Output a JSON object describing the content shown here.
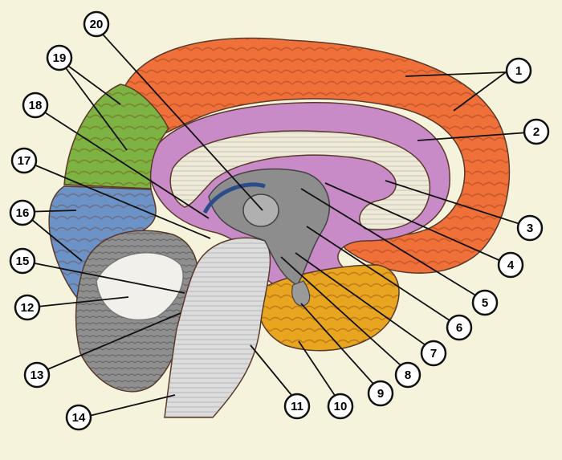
{
  "diagram": {
    "background_color": "#f6f3dc",
    "region_colors": {
      "frontal_parietal_cortex": "#f0703a",
      "cingulate_gyrus": "#c98ac8",
      "corpus_callosum": "#efe9d8",
      "occipital_upper": "#7cb342",
      "occipital_lower": "#6c93c8",
      "temporal": "#e8a620",
      "cerebellum": "#8f8f8f",
      "brainstem": "#dcdcdc"
    },
    "callouts": [
      {
        "id": "1",
        "label": "1"
      },
      {
        "id": "2",
        "label": "2"
      },
      {
        "id": "3",
        "label": "3"
      },
      {
        "id": "4",
        "label": "4"
      },
      {
        "id": "5",
        "label": "5"
      },
      {
        "id": "6",
        "label": "6"
      },
      {
        "id": "7",
        "label": "7"
      },
      {
        "id": "8",
        "label": "8"
      },
      {
        "id": "9",
        "label": "9"
      },
      {
        "id": "10",
        "label": "10"
      },
      {
        "id": "11",
        "label": "11"
      },
      {
        "id": "12",
        "label": "12"
      },
      {
        "id": "13",
        "label": "13"
      },
      {
        "id": "14",
        "label": "14"
      },
      {
        "id": "15",
        "label": "15"
      },
      {
        "id": "16",
        "label": "16"
      },
      {
        "id": "17",
        "label": "17"
      },
      {
        "id": "18",
        "label": "18"
      },
      {
        "id": "19",
        "label": "19"
      },
      {
        "id": "20",
        "label": "20"
      }
    ]
  }
}
